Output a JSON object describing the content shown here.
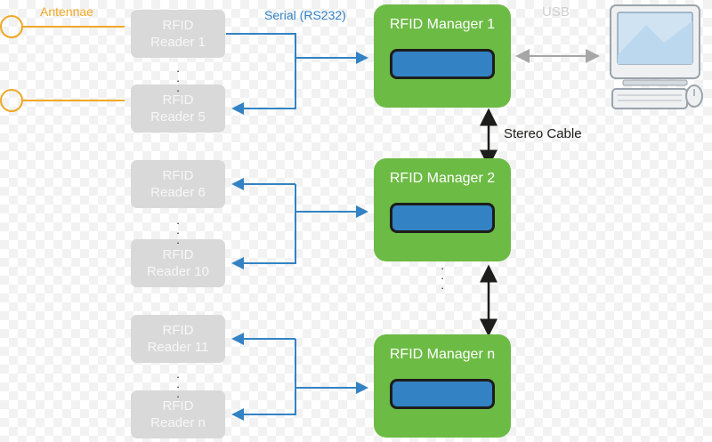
{
  "diagram": {
    "title": "RFID reader / manager network diagram",
    "labels": {
      "antennae": "Antennae",
      "serial": "Serial (RS232)",
      "usb": "USB",
      "stereo": "Stereo Cable"
    },
    "colors": {
      "reader_fill": "#d9d9d9",
      "manager_fill": "#6cbb45",
      "chip_fill": "#3383c4",
      "serial_arrow": "#3383c4",
      "antennae": "#f0a825",
      "stereo_arrow": "#1d1d1b",
      "usb_arrow": "#a6a6a6"
    },
    "readers": [
      {
        "line1": "RFID",
        "line2": "Reader 1"
      },
      {
        "line1": "RFID",
        "line2": "Reader 5"
      },
      {
        "line1": "RFID",
        "line2": "Reader 6"
      },
      {
        "line1": "RFID",
        "line2": "Reader 10"
      },
      {
        "line1": "RFID",
        "line2": "Reader 11"
      },
      {
        "line1": "RFID",
        "line2": "Reader n"
      }
    ],
    "managers": [
      {
        "label": "RFID Manager 1"
      },
      {
        "label": "RFID Manager 2"
      },
      {
        "label": "RFID Manager n"
      }
    ],
    "ellipsis": "."
  }
}
